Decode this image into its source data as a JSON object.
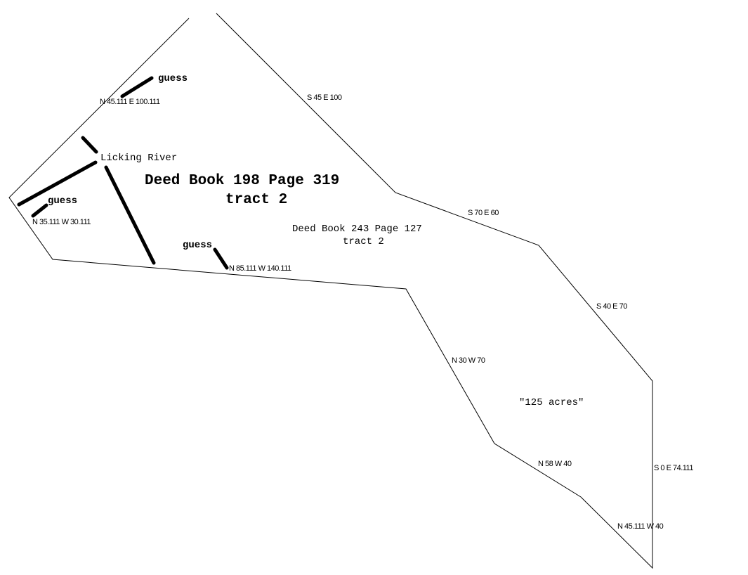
{
  "colors": {
    "line": "#000000",
    "background": "#ffffff"
  },
  "tracts": {
    "main_title": "Deed Book 198 Page 319",
    "main_sub": "tract 2",
    "second_title": "Deed Book 243 Page 127",
    "second_sub": "tract 2",
    "acreage": "\"125 acres\""
  },
  "river_label": "Licking River",
  "guess_labels": [
    "guess",
    "guess",
    "guess"
  ],
  "calls": [
    "N 45.111 E 100.111",
    "S 45 E 100",
    "S 70 E 60",
    "S 40 E 70",
    "S 0 E 74.111",
    "N 45.111 W 40",
    "N 58 W 40",
    "N 30 W 70",
    "N 85.111 W 140.111",
    "N 35.111 W 30.111"
  ]
}
